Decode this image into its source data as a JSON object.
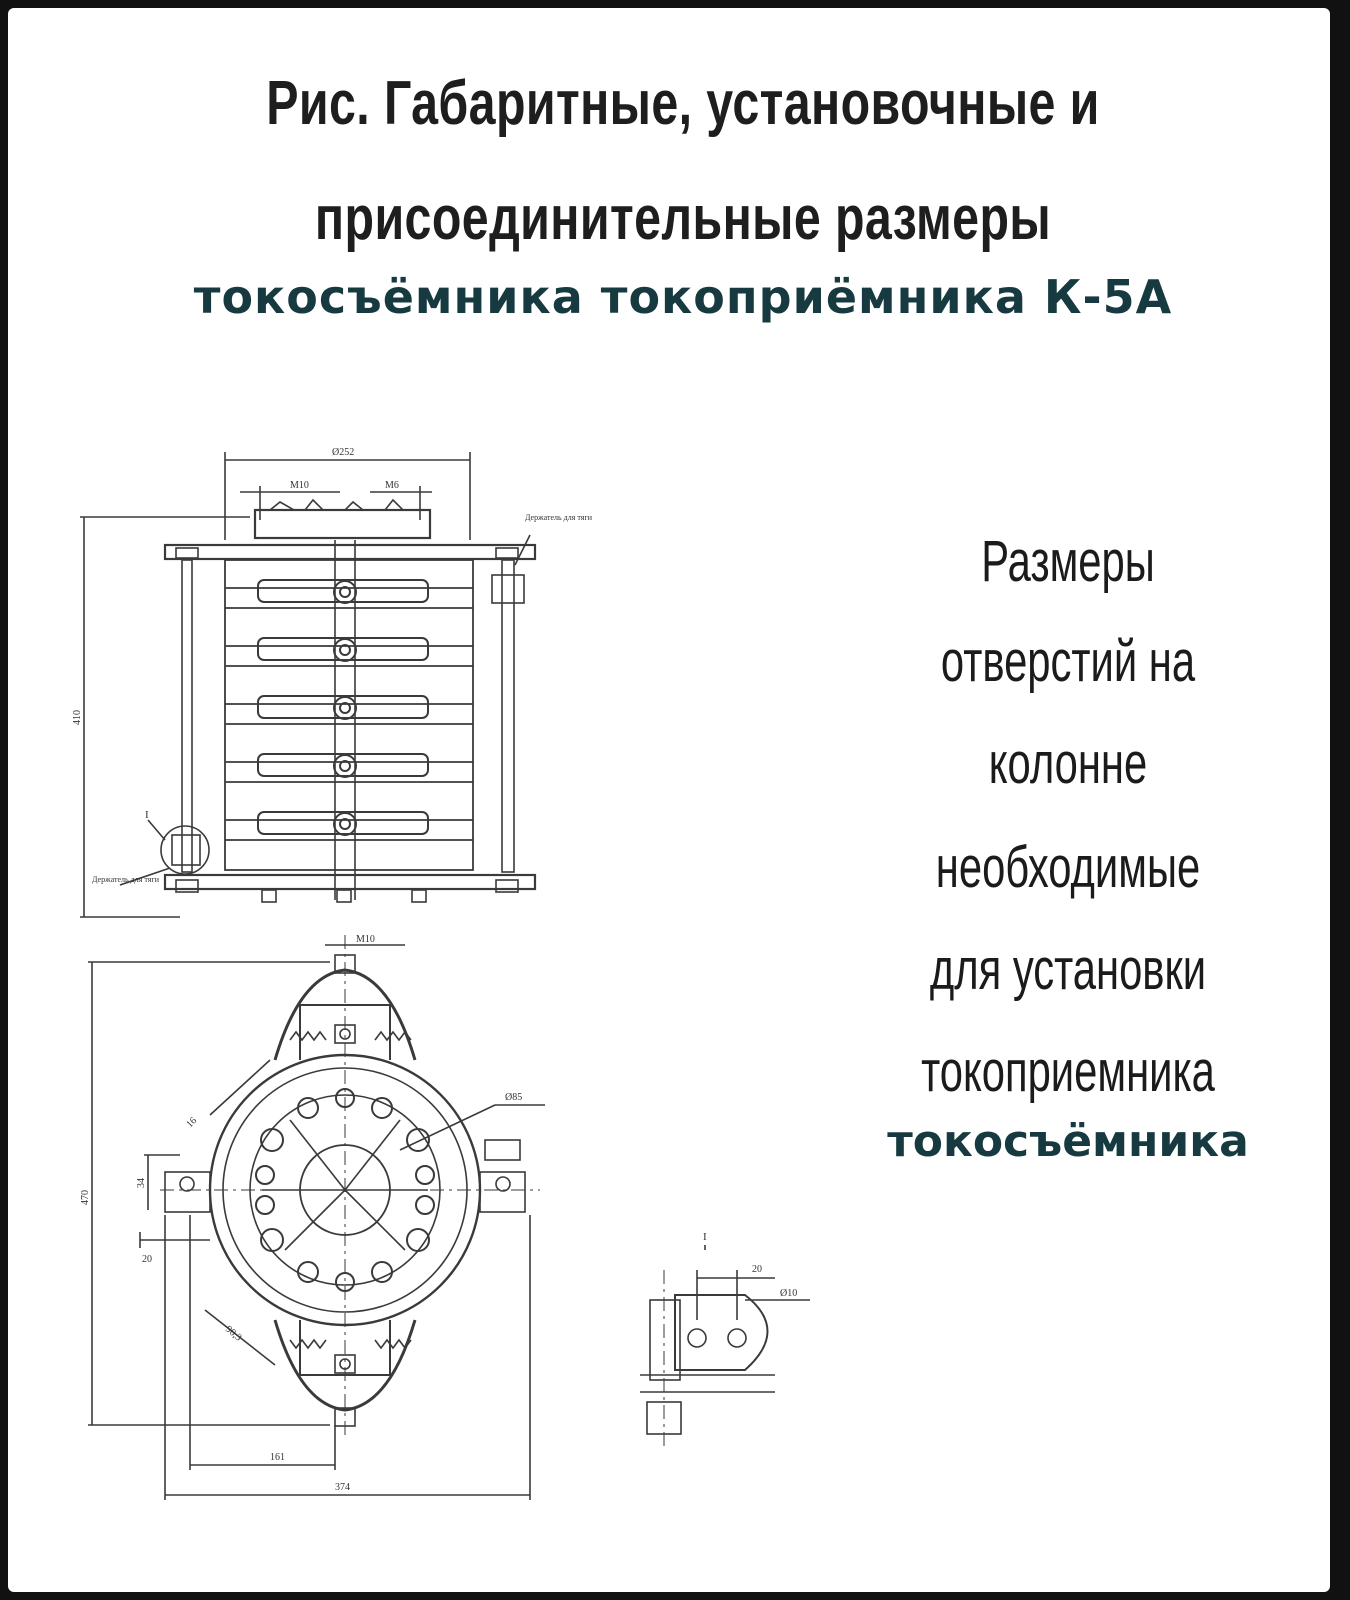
{
  "heading": {
    "line1": "Рис. Габаритные, установочные и",
    "line2": "присоединительные размеры",
    "line3": "токосъёмника токоприёмника К-5А"
  },
  "side_text": {
    "lines": [
      "Размеры",
      "отверстий на",
      "колонне",
      "необходимые",
      "для установки",
      "токоприемника"
    ],
    "accent": "токосъёмника"
  },
  "drawing": {
    "dims": {
      "d252": "Ø252",
      "m10_top": "М10",
      "m6": "М6",
      "h410": "410",
      "holder_right": "Держатель для тяги",
      "holder_left": "Держатель для тяги",
      "ref_i": "I",
      "m10_bottom": "М10",
      "h470": "470",
      "d85": "Ø85",
      "a16": "16",
      "d34": "34",
      "w20_left": "20",
      "r90": "90,3",
      "w161": "161",
      "w374": "374",
      "detail_i": "I",
      "w20_detail": "20",
      "d10": "Ø10"
    }
  },
  "colors": {
    "accent": "#173a40",
    "line": "#3a3a3a",
    "background": "#ffffff",
    "frame": "#111111"
  }
}
